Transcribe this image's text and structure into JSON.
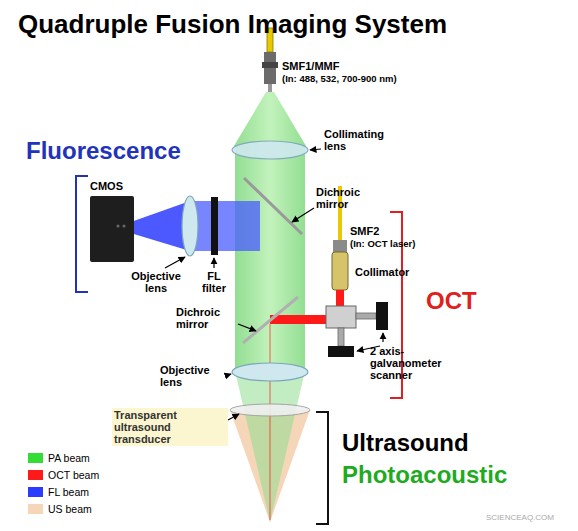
{
  "diagram": {
    "title": "Quadruple Fusion Imaging System",
    "labels": [
      "SMF1/MMF",
      "(In: 488, 532, 700-900 nm)",
      "Collimating lens",
      "Fluorescence",
      "CMOS",
      "Dichroic mirror",
      "SMF2",
      "(In: OCT laser)",
      "Collimator",
      "OCT",
      "Objective lens",
      "FL filter",
      "Dichroic mirror",
      "2 axis-galvanometer scanner",
      "Objective lens",
      "Transparent ultrasound transducer",
      "Ultrasound",
      "Photoacoustic",
      "SCIENCEAQ.COM"
    ],
    "legend": [
      {
        "text": "PA beam",
        "color": "#33dd33"
      },
      {
        "text": "OCT beam",
        "color": "#ff1a1a"
      },
      {
        "text": "FL beam",
        "color": "#2b3cff"
      },
      {
        "text": "US beam",
        "color": "#f6d6b8"
      }
    ]
  }
}
